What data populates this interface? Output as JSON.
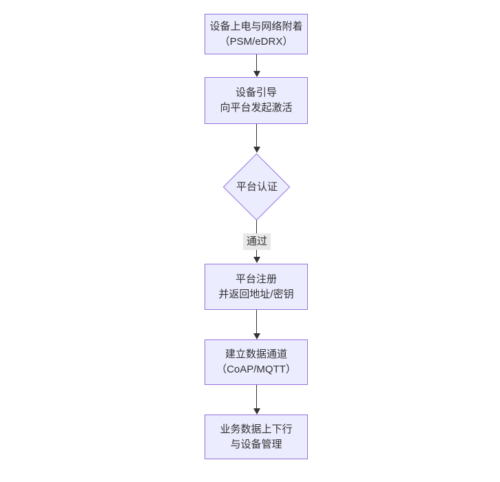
{
  "flowchart": {
    "nodes": [
      {
        "id": "power-attach",
        "shape": "rect",
        "lines": [
          "设备上电与网络附着",
          "（PSM/eDRX）"
        ]
      },
      {
        "id": "bootstrap",
        "shape": "rect",
        "lines": [
          "设备引导",
          "向平台发起激活"
        ]
      },
      {
        "id": "platform-auth",
        "shape": "diamond",
        "lines": [
          "平台认证"
        ]
      },
      {
        "id": "platform-register",
        "shape": "rect",
        "lines": [
          "平台注册",
          "并返回地址/密钥"
        ]
      },
      {
        "id": "data-channel",
        "shape": "rect",
        "lines": [
          "建立数据通道",
          "（CoAP/MQTT）"
        ]
      },
      {
        "id": "business-data",
        "shape": "rect",
        "lines": [
          "业务数据上下行",
          "与设备管理"
        ]
      }
    ],
    "edges": [
      {
        "from": "power-attach",
        "to": "bootstrap"
      },
      {
        "from": "bootstrap",
        "to": "platform-auth"
      },
      {
        "from": "platform-auth",
        "to": "platform-register",
        "label": "通过"
      },
      {
        "from": "platform-register",
        "to": "data-channel"
      },
      {
        "from": "data-channel",
        "to": "business-data"
      }
    ],
    "colors": {
      "node_fill": "#ECECFF",
      "node_border": "#9370DB",
      "edge_line": "#333333",
      "text": "#333333",
      "edge_label_bg": "#e8e8e8",
      "background": "#ffffff"
    }
  }
}
